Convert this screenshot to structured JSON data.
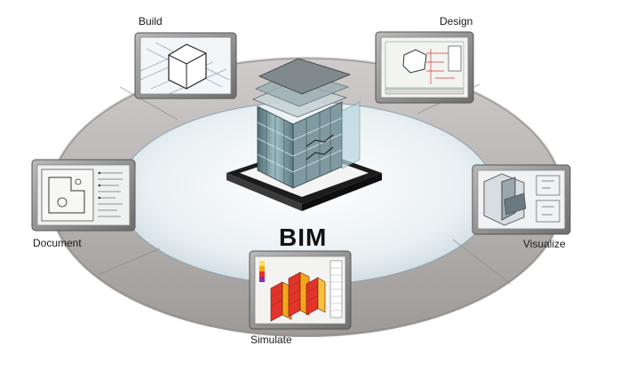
{
  "center": {
    "title": "BIM"
  },
  "stages": {
    "build": {
      "label": "Build",
      "icon": "isometric-building-wireframe-icon"
    },
    "design": {
      "label": "Design",
      "icon": "floor-plan-drawing-icon"
    },
    "visualize": {
      "label": "Visualize",
      "icon": "3d-model-render-icon"
    },
    "simulate": {
      "label": "Simulate",
      "icon": "energy-analysis-heatmap-icon"
    },
    "document": {
      "label": "Document",
      "icon": "construction-document-sheet-icon"
    }
  },
  "colors": {
    "ring": "#b3b0ad",
    "ring_inner": "#dfe9ee",
    "frame": "#8c8c8c",
    "glass": "#6f8f97",
    "heat_hot": "#e2342a",
    "heat_warm": "#f3a51b"
  }
}
